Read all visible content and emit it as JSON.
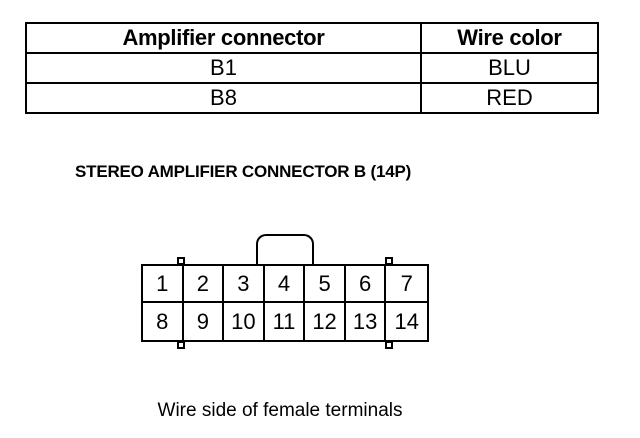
{
  "table": {
    "headers": [
      "Amplifier connector",
      "Wire color"
    ],
    "rows": [
      [
        "B1",
        "BLU"
      ],
      [
        "B8",
        "RED"
      ]
    ]
  },
  "connector": {
    "title": "STEREO AMPLIFIER CONNECTOR B (14P)",
    "pins_row1": [
      "1",
      "2",
      "3",
      "4",
      "5",
      "6",
      "7"
    ],
    "pins_row2": [
      "8",
      "9",
      "10",
      "11",
      "12",
      "13",
      "14"
    ],
    "caption": "Wire side of female terminals"
  }
}
